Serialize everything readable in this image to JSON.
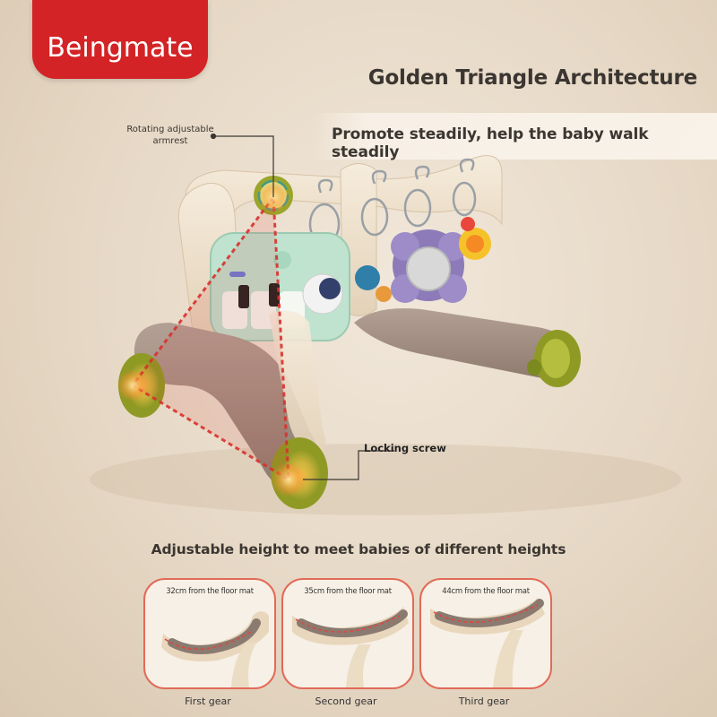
{
  "brand": {
    "logo_text": "Beingmate",
    "logo_color": "#d42326"
  },
  "header": {
    "title": "Golden Triangle Architecture",
    "subtitle": "Promote steadily, help the baby walk steadily"
  },
  "callouts": {
    "armrest_line1": "Rotating adjustable",
    "armrest_line2": "armrest",
    "screw": "Locking screw"
  },
  "height_section": {
    "title": "Adjustable height to meet babies of different heights",
    "gears": [
      {
        "caption": "32cm from the floor mat",
        "label": "First gear"
      },
      {
        "caption": "35cm from the floor mat",
        "label": "Second gear"
      },
      {
        "caption": "44cm from the floor mat",
        "label": "Third gear"
      }
    ]
  },
  "colors": {
    "triangle": "#d8302b",
    "wheel_green": "#9aa52b",
    "frame_brown": "#a28d80",
    "frame_cream": "#efe2cc",
    "card_border": "#e26a58"
  },
  "icons": {
    "rotate": "rotate-arrows-icon",
    "mirror": "flower-mirror-icon"
  }
}
